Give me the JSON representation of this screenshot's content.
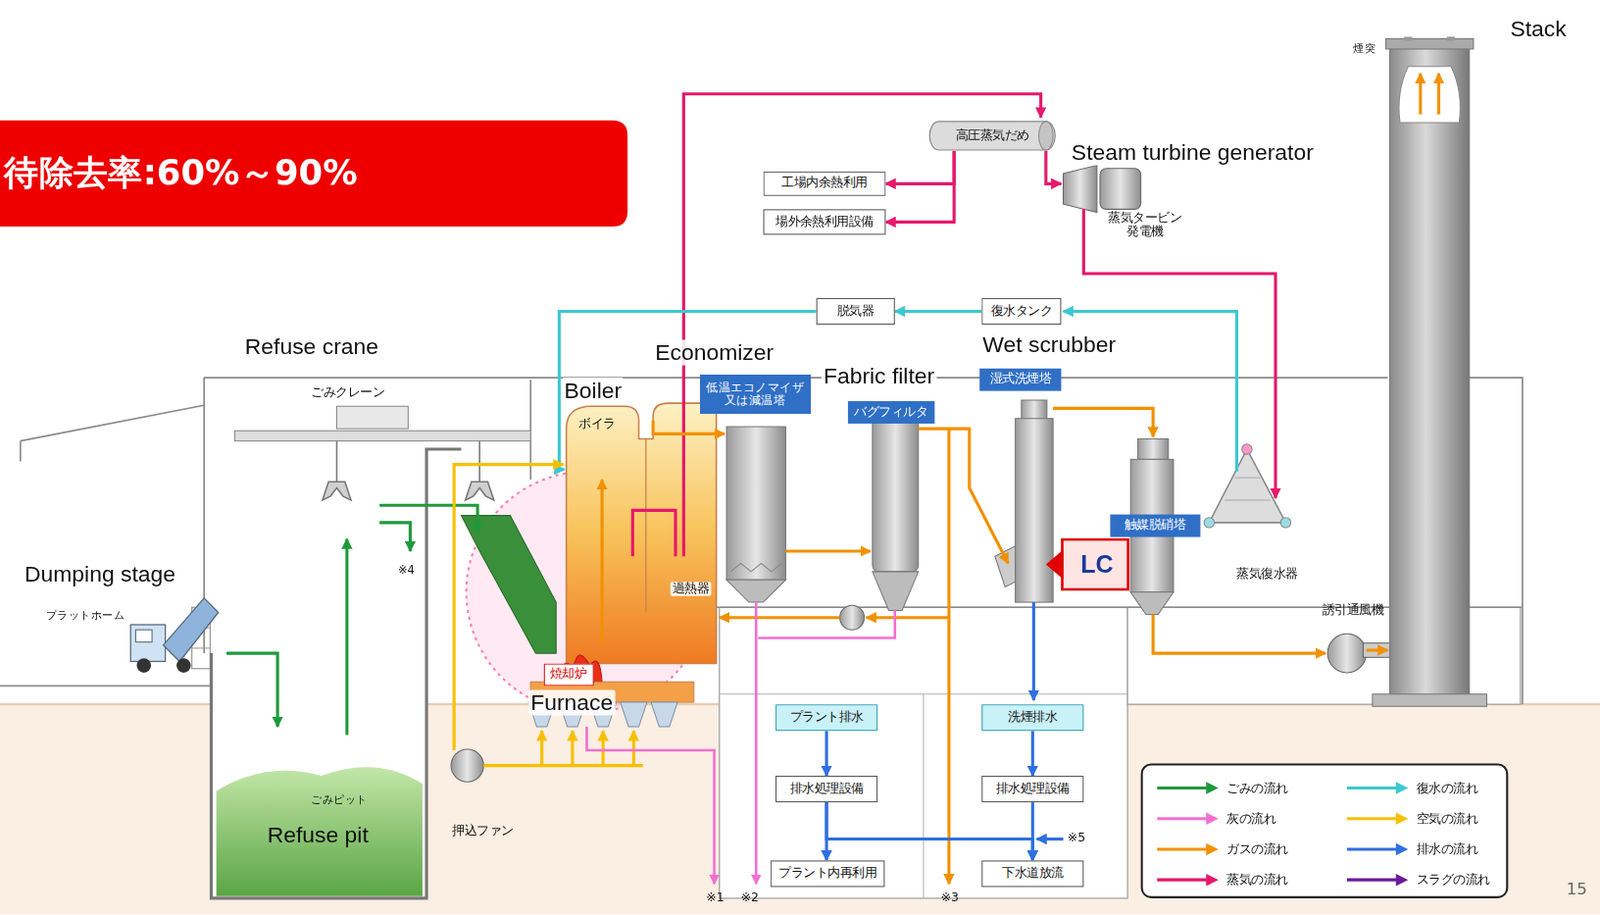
{
  "diagram": {
    "nodes": [
      {
        "text": [
          "高圧蒸気だめ"
        ]
      },
      {
        "text": [
          "工場内余熱利用"
        ]
      },
      {
        "text": [
          "場外余熱利用設備"
        ]
      },
      {
        "text": [
          "脱気器"
        ]
      },
      {
        "text": [
          "復水タンク"
        ]
      },
      {
        "text": [
          "低温エコノマイザ 又は減温塔"
        ]
      },
      {
        "text": [
          "バグフィルタ"
        ]
      },
      {
        "text": [
          "湿式洗煙塔"
        ]
      },
      {
        "text": [
          "LC"
        ]
      },
      {
        "text": [
          "触媒脱硝塔"
        ]
      },
      {
        "text": [
          "焼却炉"
        ]
      },
      {
        "text": [
          "プラント排水"
        ]
      },
      {
        "text": [
          "洗煙排水"
        ]
      },
      {
        "text": [
          "排水処理設備"
        ]
      },
      {
        "text": [
          "排水処理設備"
        ]
      },
      {
        "text": [
          "プラント内再利用"
        ]
      },
      {
        "text": [
          "下水道放流"
        ]
      }
    ],
    "edges": [
      {
        "from": 0,
        "to": 1,
        "arrow": "to"
      },
      {
        "from": 0,
        "to": 2,
        "arrow": "to"
      },
      {
        "from": 4,
        "to": 3,
        "arrow": "to"
      },
      {
        "from": 11,
        "to": 13,
        "arrow": "to"
      },
      {
        "from": 12,
        "to": 14,
        "arrow": "to"
      },
      {
        "from": 13,
        "to": 15,
        "arrow": "to"
      },
      {
        "from": 13,
        "to": 16,
        "arrow": "to"
      },
      {
        "from": 14,
        "to": 16,
        "arrow": "to"
      }
    ],
    "labels": [
      "待除去率:60%～90%",
      "Stack",
      "煙突",
      "Steam turbine generator",
      "蒸気タービン 発電機",
      "Refuse crane",
      "Economizer",
      "Fabric filter",
      "Wet scrubber",
      "Boiler",
      "ごみクレーン",
      "ボイラ",
      "※4",
      "Dumping stage",
      "プラットホーム",
      "過熱器",
      "蒸気復水器",
      "誘引通風機",
      "Furnace",
      "押込ファン",
      "ごみピット",
      "Refuse pit",
      "※5",
      "※1",
      "※2",
      "※3",
      "15"
    ],
    "legend": [
      {
        "text": "ごみの流れ"
      },
      {
        "text": "復水の流れ"
      },
      {
        "text": "灰の流れ"
      },
      {
        "text": "空気の流れ"
      },
      {
        "text": "ガスの流れ"
      },
      {
        "text": "排水の流れ"
      },
      {
        "text": "蒸気の流れ"
      },
      {
        "text": "スラグの流れ"
      }
    ]
  }
}
